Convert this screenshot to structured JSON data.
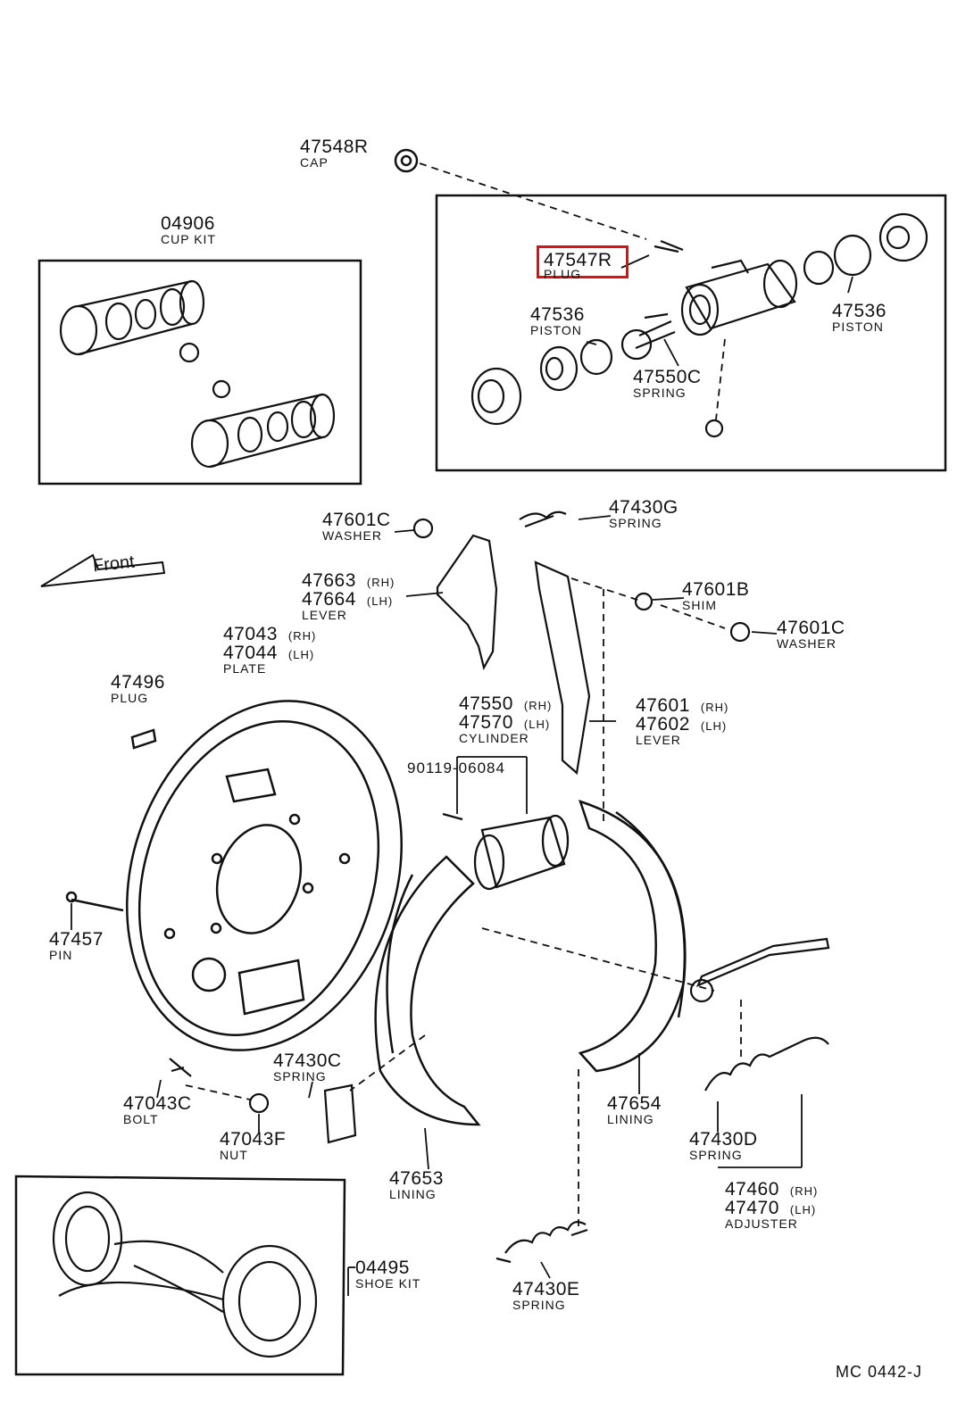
{
  "diagram_code": "MC 0442-J",
  "front_label": "Front",
  "highlight_part": "47547R",
  "parts": {
    "cap": {
      "num": "47548R",
      "name": "CAP"
    },
    "cup_kit": {
      "num": "04906",
      "name": "CUP KIT"
    },
    "plug_top": {
      "num": "47547R",
      "name": "PLUG"
    },
    "piston_left": {
      "num": "47536",
      "name": "PISTON"
    },
    "piston_right": {
      "num": "47536",
      "name": "PISTON"
    },
    "spring_top": {
      "num": "47550C",
      "name": "SPRING"
    },
    "washer_upper": {
      "num": "47601C",
      "name": "WASHER"
    },
    "spring_g": {
      "num": "47430G",
      "name": "SPRING"
    },
    "lever_upper": {
      "num1": "47663",
      "side1": "(RH)",
      "num2": "47664",
      "side2": "(LH)",
      "name": "LEVER"
    },
    "shim": {
      "num": "47601B",
      "name": "SHIM"
    },
    "washer_right": {
      "num": "47601C",
      "name": "WASHER"
    },
    "plate": {
      "num1": "47043",
      "side1": "(RH)",
      "num2": "47044",
      "side2": "(LH)",
      "name": "PLATE"
    },
    "plug_496": {
      "num": "47496",
      "name": "PLUG"
    },
    "cylinder": {
      "num1": "47550",
      "side1": "(RH)",
      "num2": "47570",
      "side2": "(LH)",
      "name": "CYLINDER"
    },
    "lever_lower": {
      "num1": "47601",
      "side1": "(RH)",
      "num2": "47602",
      "side2": "(LH)",
      "name": "LEVER"
    },
    "bolt_cyl": {
      "num": "90119-06084"
    },
    "pin": {
      "num": "47457",
      "name": "PIN"
    },
    "spring_c": {
      "num": "47430C",
      "name": "SPRING"
    },
    "bolt": {
      "num": "47043C",
      "name": "BOLT"
    },
    "nut": {
      "num": "47043F",
      "name": "NUT"
    },
    "lining_654": {
      "num": "47654",
      "name": "LINING"
    },
    "spring_d": {
      "num": "47430D",
      "name": "SPRING"
    },
    "lining_653": {
      "num": "47653",
      "name": "LINING"
    },
    "adjuster": {
      "num1": "47460",
      "side1": "(RH)",
      "num2": "47470",
      "side2": "(LH)",
      "name": "ADJUSTER"
    },
    "shoe_kit": {
      "num": "04495",
      "name": "SHOE KIT"
    },
    "spring_e": {
      "num": "47430E",
      "name": "SPRING"
    }
  }
}
